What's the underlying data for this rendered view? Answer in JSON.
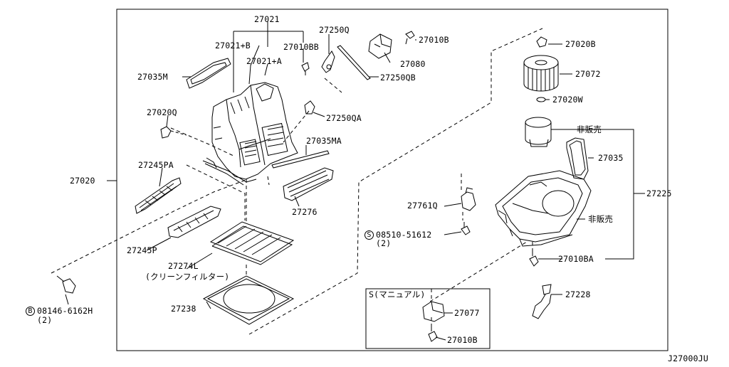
{
  "diagram_code": "J27000JU",
  "labels": {
    "p27021": "27021",
    "p27021b": "27021+B",
    "p27021a": "27021+A",
    "p27010bb": "27010BB",
    "p27250q": "27250Q",
    "p27010b_top": "27010B",
    "p27080": "27080",
    "p27250qb": "27250QB",
    "p27250qa": "27250QA",
    "p27035m": "27035M",
    "p27020q": "27020Q",
    "p27035ma": "27035MA",
    "p27245pa": "27245PA",
    "p27276": "27276",
    "p27020": "27020",
    "p27245p": "27245P",
    "p27274l": "27274L",
    "p27274l_note": "(クリーンフィルター)",
    "p27238": "27238",
    "bolt_b": "B",
    "bolt_b_num": "08146-6162H",
    "bolt_b_qty": "(2)",
    "p27020b": "27020B",
    "p27072": "27072",
    "p27020w": "27020W",
    "not_sold_1": "非販売",
    "p27035": "27035",
    "p27225": "27225",
    "p27761q": "27761Q",
    "not_sold_2": "非販売",
    "screw_s": "S",
    "screw_s_num": "08510-51612",
    "screw_s_qty": "(2)",
    "p27010ba": "27010BA",
    "p27228": "27228",
    "manual_box_title": "S(マニュアル)",
    "p27077": "27077",
    "p27010b_box": "27010B"
  }
}
